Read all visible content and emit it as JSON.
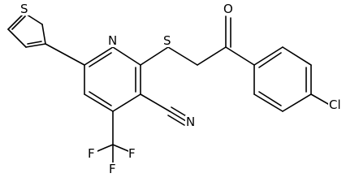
{
  "molecule": {
    "atoms": {
      "thiophene_s": "S",
      "pyridine_n": "N",
      "thioether_s": "S",
      "carbonyl_o": "O",
      "nitrile_n": "N",
      "chlorine": "Cl",
      "fluorine_1": "F",
      "fluorine_2": "F",
      "fluorine_3": "F"
    }
  }
}
